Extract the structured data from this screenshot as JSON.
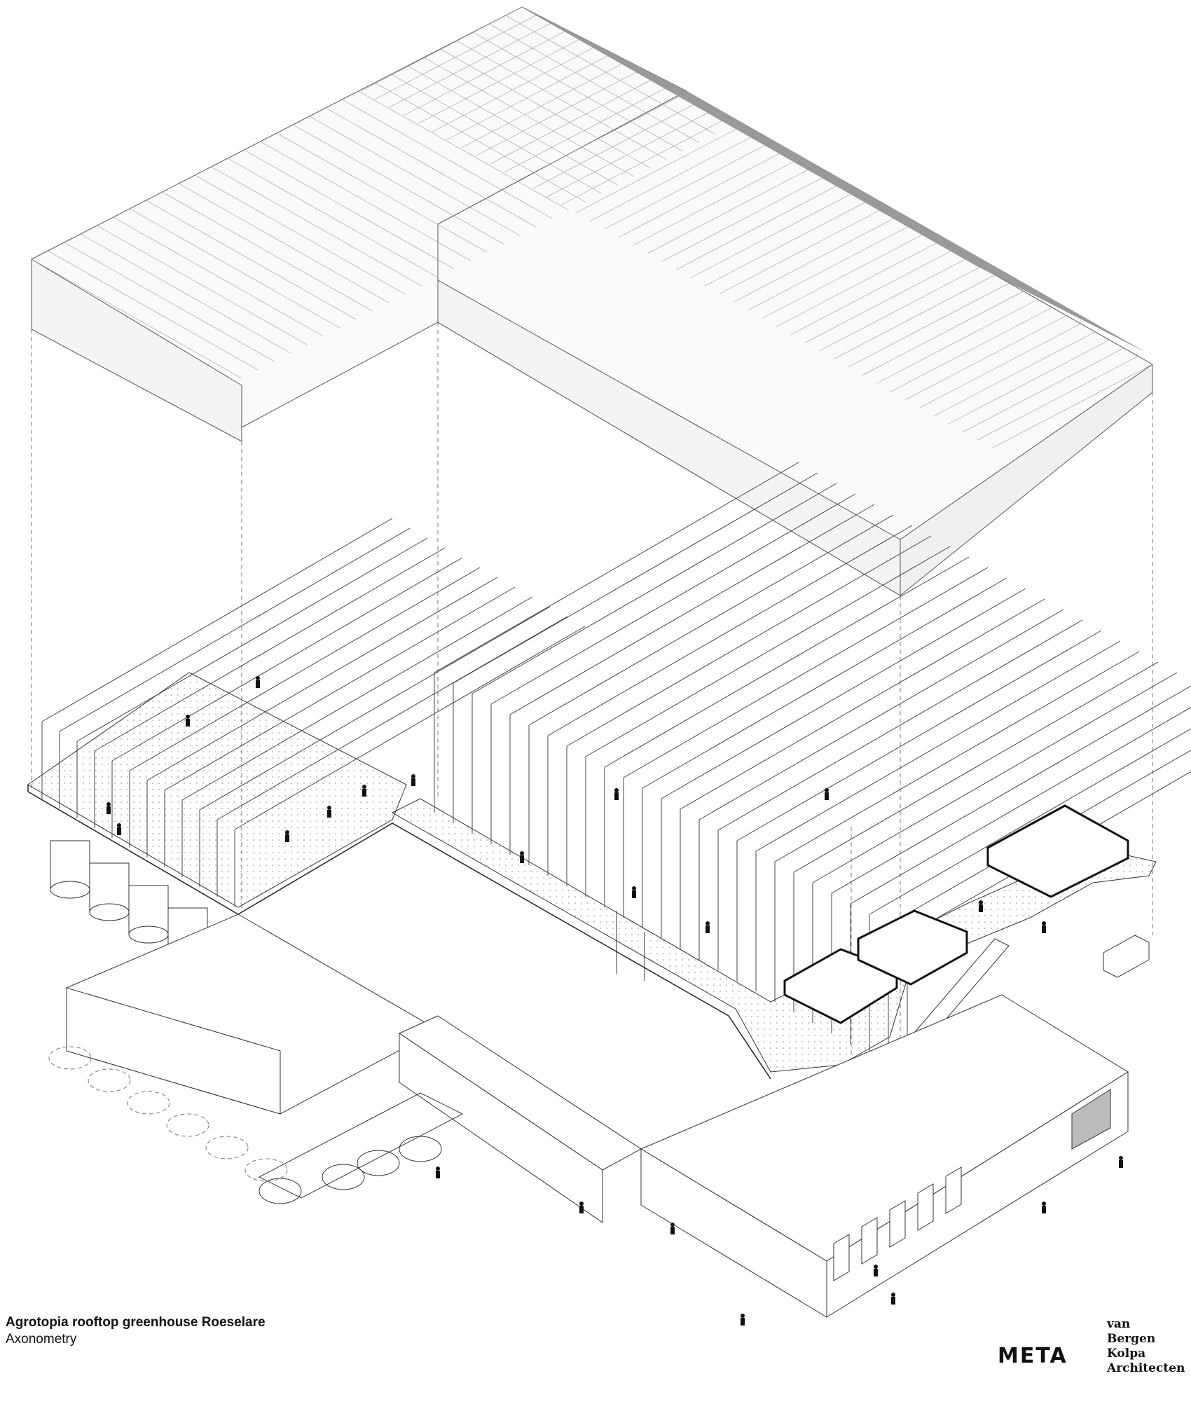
{
  "caption": {
    "title": "Agrotopia rooftop greenhouse Roeselare",
    "subtitle": "Axonometry"
  },
  "logos": {
    "meta": "META",
    "vbk_line1": "van",
    "vbk_line2": "Bergen Kolpa",
    "vbk_line3": "Architecten"
  },
  "colors": {
    "line": "#222222",
    "light_line": "#9a9a9a",
    "background": "#ffffff"
  }
}
